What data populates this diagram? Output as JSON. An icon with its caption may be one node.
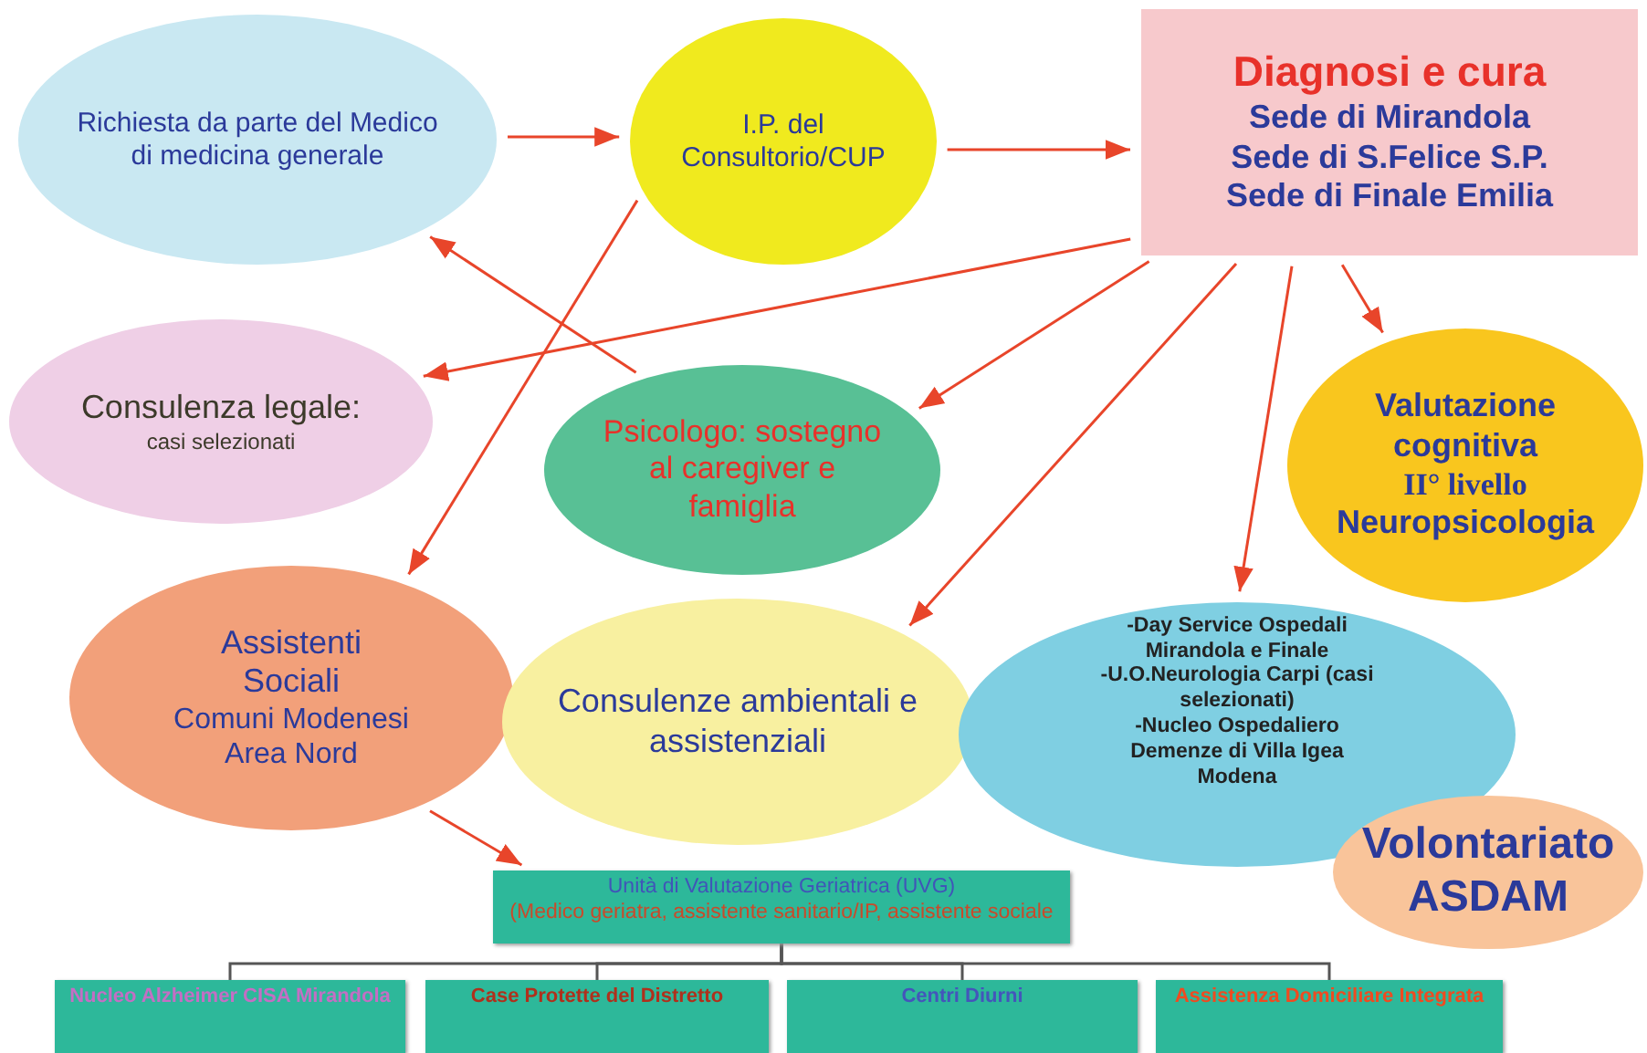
{
  "diagram": {
    "nodes": [
      {
        "text": [
          "Richiesta da parte del Medico di medicina generale"
        ]
      },
      {
        "text": [
          "I.P. del Consultorio/CUP"
        ]
      },
      {
        "text": [
          "Diagnosi e cura",
          "Sede di Mirandola",
          "Sede di S.Felice S.P.",
          "Sede di Finale Emilia"
        ]
      },
      {
        "text": [
          "Consulenza legale:",
          "casi selezionati"
        ]
      },
      {
        "text": [
          "Psicologo: sostegno al caregiver e famiglia"
        ]
      },
      {
        "text": [
          "Valutazione cognitiva",
          "II° livello",
          "Neuropsicologia"
        ]
      },
      {
        "text": [
          "Assistenti Sociali",
          "Comuni Modenesi Area Nord"
        ]
      },
      {
        "text": [
          "Consulenze ambientali e assistenziali"
        ]
      },
      {
        "text": [
          "-Day Service Ospedali Mirandola e Finale",
          "-U.O.Neurologia Carpi (casi selezionati)",
          "-Nucleo Ospedaliero Demenze di Villa Igea Modena"
        ]
      },
      {
        "text": [
          "Volontariato ASDAM"
        ]
      },
      {
        "text": [
          "Unità di Valutazione Geriatrica (UVG)",
          "(Medico geriatra, assistente sanitario/IP, assistente sociale"
        ]
      },
      {
        "text": [
          "Nucleo Alzheimer CISA Mirandola"
        ]
      },
      {
        "text": [
          "Case Protette del Distretto"
        ]
      },
      {
        "text": [
          "Centri Diurni"
        ]
      },
      {
        "text": [
          "Assistenza Domiciliare Integrata"
        ]
      }
    ],
    "edges": [
      {
        "from": 0,
        "to": 1,
        "arrow": "to"
      },
      {
        "from": 1,
        "to": 2,
        "arrow": "to"
      },
      {
        "from": 2,
        "to": 3,
        "arrow": "to"
      },
      {
        "from": 4,
        "to": 0,
        "arrow": "to"
      },
      {
        "from": 1,
        "to": 6,
        "arrow": "to"
      },
      {
        "from": 2,
        "to": 4,
        "arrow": "to"
      },
      {
        "from": 2,
        "to": 7,
        "arrow": "to"
      },
      {
        "from": 2,
        "to": 8,
        "arrow": "to"
      },
      {
        "from": 2,
        "to": 5,
        "arrow": "to"
      },
      {
        "from": 6,
        "to": 10,
        "arrow": "to"
      },
      {
        "from": 10,
        "to": 11,
        "arrow": "none",
        "color": "#555555"
      },
      {
        "from": 10,
        "to": 12,
        "arrow": "none",
        "color": "#555555"
      },
      {
        "from": 10,
        "to": 13,
        "arrow": "none",
        "color": "#555555"
      },
      {
        "from": 10,
        "to": 14,
        "arrow": "none",
        "color": "#555555"
      }
    ]
  }
}
